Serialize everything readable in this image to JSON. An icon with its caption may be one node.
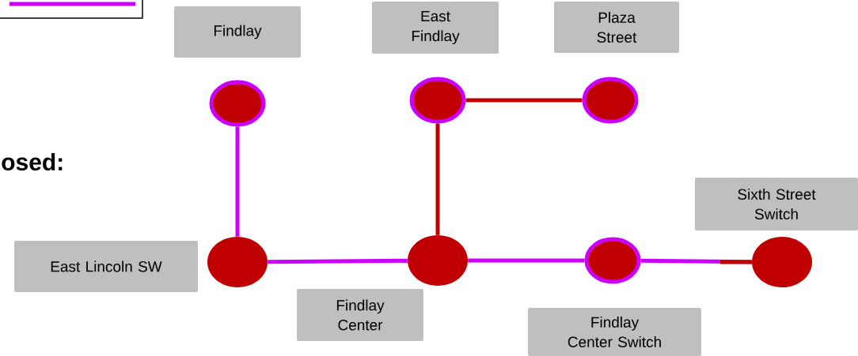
{
  "diagram": {
    "nodes": [
      {
        "text": [
          "Findlay"
        ]
      },
      {
        "text": [
          "East Findlay"
        ]
      },
      {
        "text": [
          "Plaza Street"
        ]
      },
      {
        "text": [],
        "shape": "circle"
      },
      {
        "text": [],
        "shape": "circle"
      },
      {
        "text": [],
        "shape": "circle"
      },
      {
        "text": [
          "Sixth Street Switch"
        ]
      },
      {
        "text": [
          "East Lincoln SW"
        ]
      },
      {
        "text": [],
        "shape": "circle"
      },
      {
        "text": [],
        "shape": "circle"
      },
      {
        "text": [],
        "shape": "circle"
      },
      {
        "text": [],
        "shape": "circle"
      },
      {
        "text": [
          "Findlay Center"
        ]
      },
      {
        "text": [
          "Findlay Center Switch"
        ]
      }
    ],
    "edges": [
      {
        "from": 3,
        "to": 8,
        "arrow": "none"
      },
      {
        "from": 4,
        "to": 5,
        "arrow": "none",
        "color": "#c00000"
      },
      {
        "from": 4,
        "to": 9,
        "arrow": "none",
        "color": "#c00000"
      },
      {
        "from": 8,
        "to": 9,
        "arrow": "none"
      },
      {
        "from": 9,
        "to": 10,
        "arrow": "none"
      },
      {
        "from": 10,
        "to": 11,
        "arrow": "none"
      }
    ],
    "labels": [
      "osed:"
    ]
  }
}
